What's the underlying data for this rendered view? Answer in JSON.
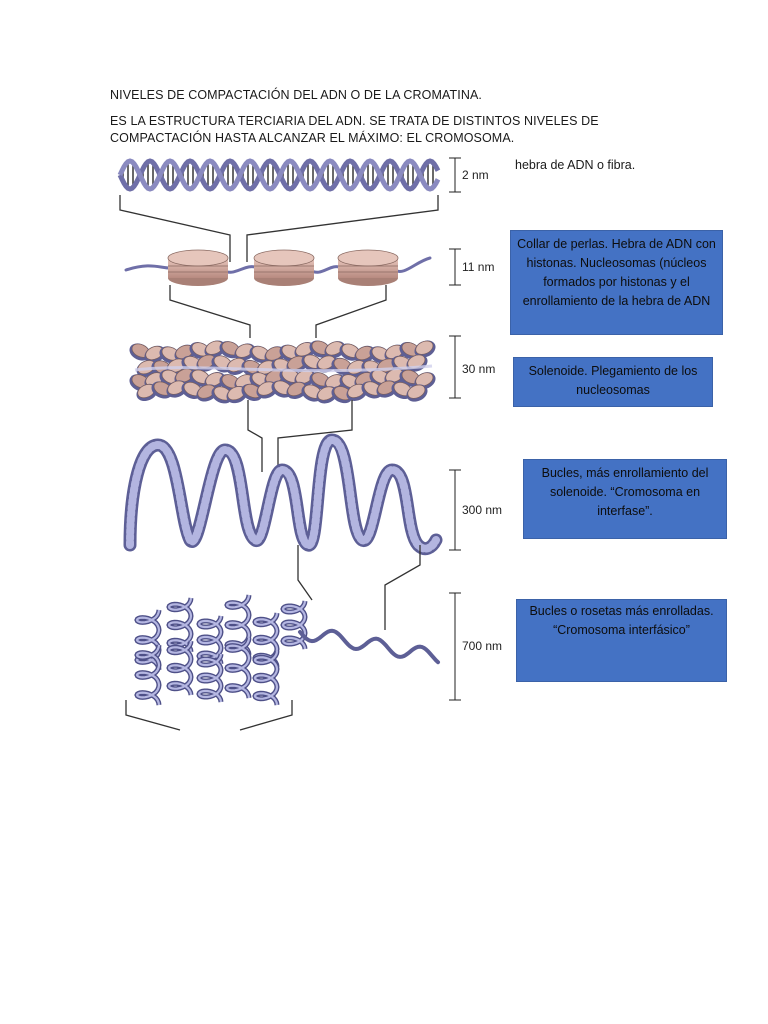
{
  "heading": {
    "title": "NIVELES DE COMPACTACIÓN DEL ADN O DE LA CROMATINA.",
    "intro": "ES LA ESTRUCTURA TERCIARIA DEL ADN. SE TRATA DE DISTINTOS NIVELES DE COMPACTACIÓN HASTA ALCANZAR EL MÁXIMO: EL CROMOSOMA."
  },
  "levels": [
    {
      "scale": "2 nm",
      "caption": "hebra de ADN o fibra."
    },
    {
      "scale": "11 nm",
      "caption": "Collar de perlas. Hebra de ADN con histonas. Nucleosomas (núcleos formados por histonas y el enrollamiento de la hebra de ADN"
    },
    {
      "scale": "30 nm",
      "caption": "Solenoide. Plegamiento de los nucleosomas"
    },
    {
      "scale": "300 nm",
      "caption": "Bucles, más enrollamiento del solenoide. “Cromosoma en interfase”."
    },
    {
      "scale": "700 nm",
      "caption": "Bucles o rosetas más enrolladas. “Cromosoma interfásico”"
    }
  ],
  "colors": {
    "caption_box": "#4472c4",
    "dna_strand": "#6f6fa8",
    "histone": "#d9b0a6",
    "fiber": "#9a9ccc"
  }
}
